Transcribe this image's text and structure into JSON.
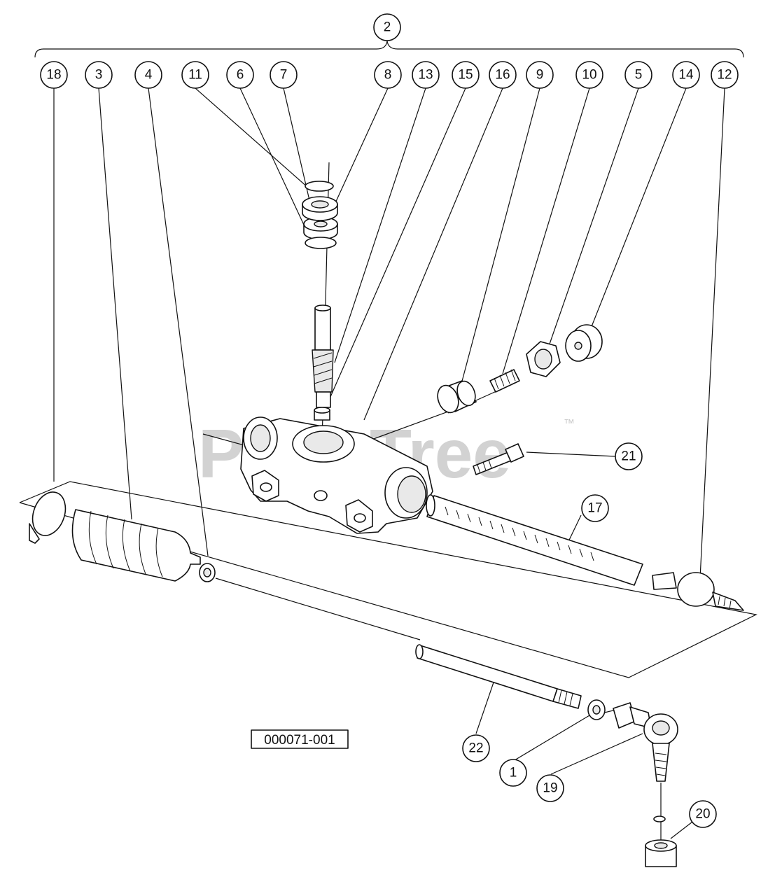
{
  "watermark": {
    "text": "PartsTree",
    "tm": "™"
  },
  "diagram_code": "000071-001",
  "callouts": {
    "c2": "2",
    "c18": "18",
    "c3": "3",
    "c4": "4",
    "c11": "11",
    "c6": "6",
    "c7": "7",
    "c8": "8",
    "c13": "13",
    "c15": "15",
    "c16": "16",
    "c9": "9",
    "c10": "10",
    "c5": "5",
    "c14": "14",
    "c12": "12",
    "c21": "21",
    "c17": "17",
    "c22": "22",
    "c1": "1",
    "c19": "19",
    "c20": "20"
  }
}
